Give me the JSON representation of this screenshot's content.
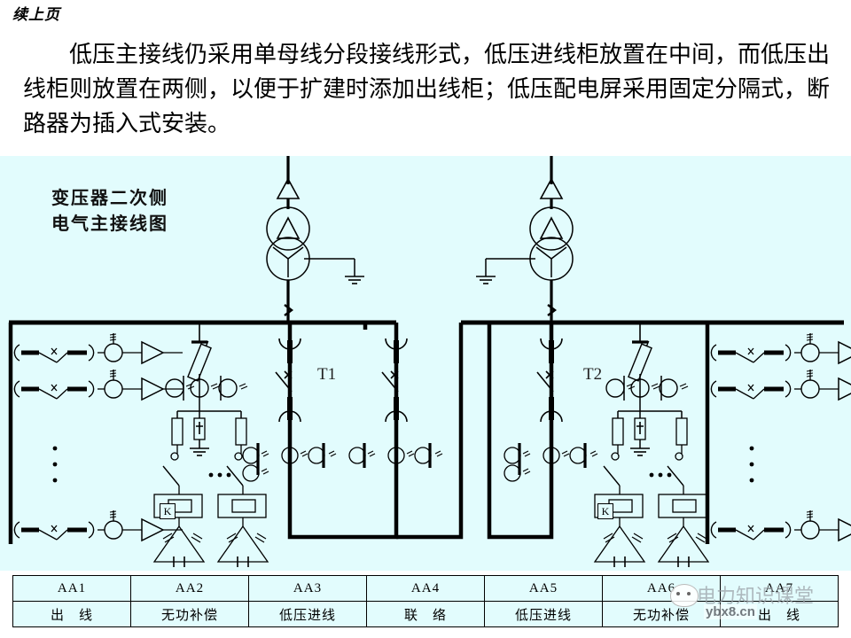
{
  "header": {
    "continued_label": "续上页",
    "paragraph": "低压主接线仍采用单母线分段接线形式，低压进线柜放置在中间，而低压出线柜则放置在两侧，以便于扩建时添加出线柜；低压配电屏采用固定分隔式，断路器为插入式安装。"
  },
  "diagram": {
    "title_line1": "变压器二次侧",
    "title_line2": "电气主接线图",
    "transformers": [
      {
        "id": "T1",
        "label": "T1"
      },
      {
        "id": "T2",
        "label": "T2"
      }
    ],
    "relay_boxes": [
      {
        "id": "k-left",
        "label": "K"
      },
      {
        "id": "k-right",
        "label": "K"
      }
    ],
    "background_color": "#e2fcfd",
    "line_color": "#000000"
  },
  "cabinet_table": {
    "columns": [
      {
        "code": "AA1",
        "name": "出　线"
      },
      {
        "code": "AA2",
        "name": "无功补偿"
      },
      {
        "code": "AA3",
        "name": "低压进线"
      },
      {
        "code": "AA4",
        "name": "联　络"
      },
      {
        "code": "AA5",
        "name": "低压进线"
      },
      {
        "code": "AA6",
        "name": "无功补偿"
      },
      {
        "code": "AA7",
        "name": "出　线"
      }
    ]
  },
  "watermark": {
    "text": "电力知识课堂",
    "url": "ybx8.cn",
    "icon": "wechat-icon"
  }
}
